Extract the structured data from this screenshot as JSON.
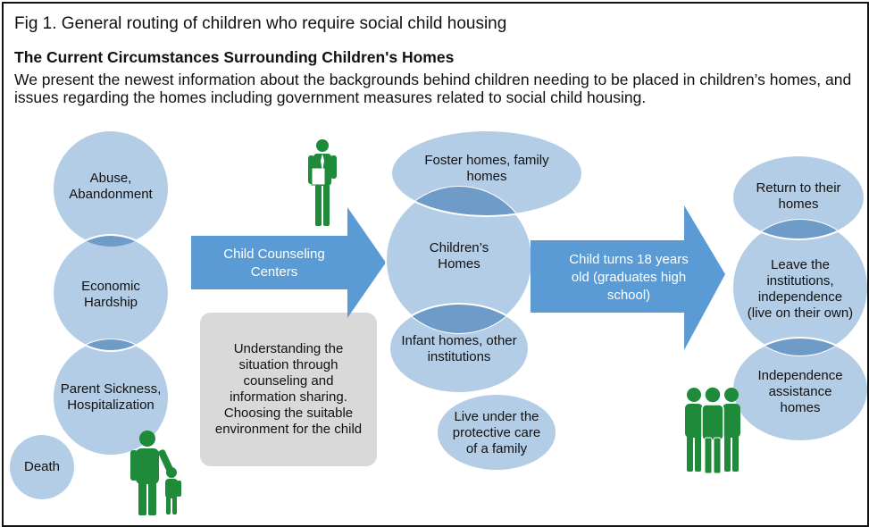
{
  "figure": {
    "caption": "Fig 1. General routing of children who require social child housing",
    "heading": "The Current Circumstances Surrounding Children's Homes",
    "description": "We present the newest information about the backgrounds behind children needing to be placed in children’s homes, and issues regarding the homes including government measures related to social child housing."
  },
  "causes": {
    "abuse": "Abuse, Abandonment",
    "economic": "Economic Hardship",
    "sickness": "Parent Sickness, Hospitalization",
    "death": "Death"
  },
  "counseling": {
    "center": "Child Counseling Centers",
    "role": "Understanding the situation through counseling and information sharing. Choosing the suitable environment for the child"
  },
  "placements": {
    "foster": "Foster homes, family homes",
    "childrens_homes": "Children’s Homes",
    "infant": "Infant homes, other institutions",
    "family_care": "Live under the protective care of a family"
  },
  "transition": {
    "age_out": "Child turns 18 years old (graduates high school)"
  },
  "outcomes": {
    "return": "Return to their homes",
    "leave": "Leave the institutions, independence (live on their own)",
    "assistance": "Independence assistance homes"
  },
  "colors": {
    "circle": "#b4cde6",
    "overlap": "#6e9bc8",
    "arrow": "#5b9bd5",
    "person": "#1f8a3a",
    "box": "#d9d9d9"
  },
  "icons": [
    "counselor-icon",
    "parent-child-icon",
    "young-adults-icon"
  ]
}
